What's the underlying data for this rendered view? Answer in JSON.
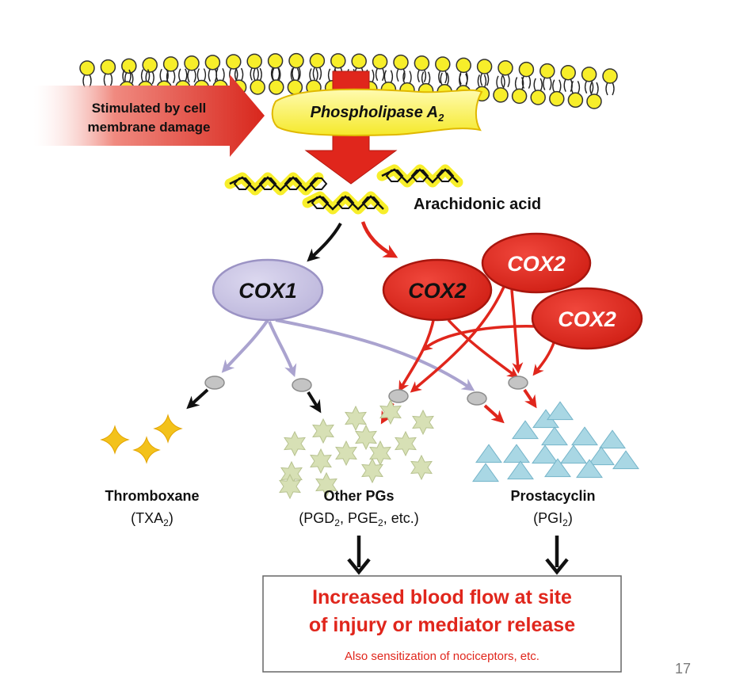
{
  "stimulus": {
    "line1": "Stimulated by cell",
    "line2": "membrane damage"
  },
  "enzyme": {
    "name": "Phospholipase A",
    "subscript": "2"
  },
  "substrate": {
    "label": "Arachidonic acid"
  },
  "cox1": {
    "label": "COX1"
  },
  "cox2": {
    "labels": [
      "COX2",
      "COX2",
      "COX2"
    ]
  },
  "products": {
    "thromboxane": {
      "name": "Thromboxane",
      "abbr_pre": "(TXA",
      "abbr_sub": "2",
      "abbr_post": ")"
    },
    "other_pgs": {
      "name": "Other PGs",
      "pre": "(PGD",
      "sub1": "2",
      "mid": ", PGE",
      "sub2": "2",
      "post": ", etc.)"
    },
    "prostacyclin": {
      "name": "Prostacyclin",
      "abbr_pre": "(PGI",
      "abbr_sub": "2",
      "abbr_post": ")"
    }
  },
  "outcome": {
    "line1": "Increased blood flow at site",
    "line2": "of injury or mediator release",
    "note": "Also sensitization of nociceptors, etc."
  },
  "page_number": "17",
  "colors": {
    "red": "#e0261c",
    "cox1_fill": "#c6c2e0",
    "cox1_stroke": "#9b93c4",
    "lipid_yellow": "#f7ee2a",
    "star_green": "#d7e0b5",
    "triangle_blue": "#a9d7e4",
    "sparkle_gold": "#f3c21b",
    "text_red": "#e0261c"
  }
}
